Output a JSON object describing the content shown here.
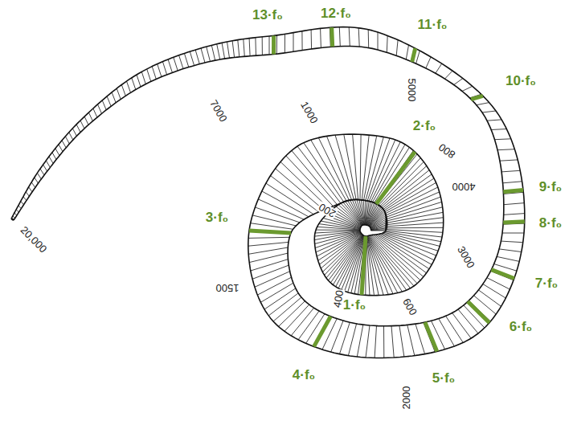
{
  "diagram": {
    "labels": [
      "13·f₀",
      "12·f₀",
      "11·f₀",
      "10·f₀",
      "9·f₀",
      "8·f₀",
      "7·f₀",
      "6·f₀",
      "5·f₀",
      "4·f₀",
      "3·f₀",
      "2·f₀",
      "1·f₀",
      "7000",
      "1000",
      "5000",
      "800",
      "4000",
      "200",
      "3000",
      "600",
      "400",
      "1500",
      "2000",
      "20,000"
    ]
  }
}
